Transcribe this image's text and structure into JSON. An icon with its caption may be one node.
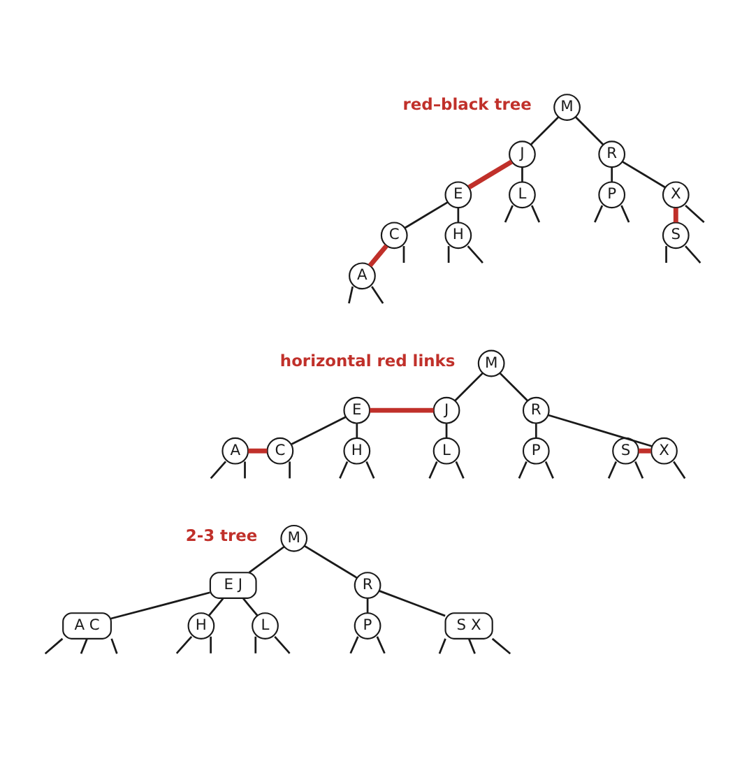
{
  "diagram": {
    "nodes": [
      {
        "text": [
          "M"
        ]
      },
      {
        "text": [
          "J"
        ]
      },
      {
        "text": [
          "R"
        ]
      },
      {
        "text": [
          "E"
        ]
      },
      {
        "text": [
          "L"
        ]
      },
      {
        "text": [
          "P"
        ]
      },
      {
        "text": [
          "X"
        ]
      },
      {
        "text": [
          "C"
        ]
      },
      {
        "text": [
          "H"
        ]
      },
      {
        "text": [
          "S"
        ]
      },
      {
        "text": [
          "A"
        ]
      },
      {
        "text": [
          "M"
        ]
      },
      {
        "text": [
          "E"
        ]
      },
      {
        "text": [
          "J"
        ]
      },
      {
        "text": [
          "R"
        ]
      },
      {
        "text": [
          "A"
        ]
      },
      {
        "text": [
          "C"
        ]
      },
      {
        "text": [
          "H"
        ]
      },
      {
        "text": [
          "L"
        ]
      },
      {
        "text": [
          "P"
        ]
      },
      {
        "text": [
          "S"
        ]
      },
      {
        "text": [
          "X"
        ]
      },
      {
        "text": [
          "M"
        ]
      },
      {
        "text": [
          "E J"
        ]
      },
      {
        "text": [
          "R"
        ]
      },
      {
        "text": [
          "A C"
        ]
      },
      {
        "text": [
          "H"
        ]
      },
      {
        "text": [
          "L"
        ]
      },
      {
        "text": [
          "P"
        ]
      },
      {
        "text": [
          "S X"
        ]
      }
    ],
    "edges": [
      {
        "from": 0,
        "to": 1,
        "arrow": "none"
      },
      {
        "from": 1,
        "to": 3,
        "arrow": "none",
        "style": "thick",
        "color": "#c0302a"
      },
      {
        "from": 3,
        "to": 7,
        "arrow": "none"
      },
      {
        "from": 7,
        "to": 10,
        "arrow": "none",
        "style": "thick",
        "color": "#c0302a"
      },
      {
        "from": 10,
        "to": null,
        "arrow": "none"
      },
      {
        "from": 10,
        "to": null,
        "arrow": "none"
      },
      {
        "from": 7,
        "to": null,
        "arrow": "none"
      },
      {
        "from": 3,
        "to": 8,
        "arrow": "none"
      },
      {
        "from": 8,
        "to": null,
        "arrow": "none"
      },
      {
        "from": 8,
        "to": null,
        "arrow": "none"
      },
      {
        "from": 1,
        "to": 4,
        "arrow": "none"
      },
      {
        "from": 4,
        "to": null,
        "arrow": "none"
      },
      {
        "from": 4,
        "to": null,
        "arrow": "none"
      },
      {
        "from": 0,
        "to": 2,
        "arrow": "none"
      },
      {
        "from": 2,
        "to": 5,
        "arrow": "none"
      },
      {
        "from": 5,
        "to": null,
        "arrow": "none"
      },
      {
        "from": 5,
        "to": null,
        "arrow": "none"
      },
      {
        "from": 2,
        "to": 6,
        "arrow": "none"
      },
      {
        "from": 6,
        "to": 9,
        "arrow": "none",
        "style": "thick",
        "color": "#c0302a"
      },
      {
        "from": 9,
        "to": null,
        "arrow": "none"
      },
      {
        "from": 9,
        "to": null,
        "arrow": "none"
      },
      {
        "from": 6,
        "to": null,
        "arrow": "none"
      },
      {
        "from": 11,
        "to": 13,
        "arrow": "none"
      },
      {
        "from": 12,
        "to": 13,
        "arrow": "none",
        "style": "thick",
        "color": "#c0302a"
      },
      {
        "from": 12,
        "to": 16,
        "arrow": "none"
      },
      {
        "from": 15,
        "to": 16,
        "arrow": "none",
        "style": "thick",
        "color": "#c0302a"
      },
      {
        "from": 15,
        "to": null,
        "arrow": "none"
      },
      {
        "from": 15,
        "to": null,
        "arrow": "none"
      },
      {
        "from": 16,
        "to": null,
        "arrow": "none"
      },
      {
        "from": 12,
        "to": 17,
        "arrow": "none"
      },
      {
        "from": 17,
        "to": null,
        "arrow": "none"
      },
      {
        "from": 17,
        "to": null,
        "arrow": "none"
      },
      {
        "from": 13,
        "to": 18,
        "arrow": "none"
      },
      {
        "from": 18,
        "to": null,
        "arrow": "none"
      },
      {
        "from": 18,
        "to": null,
        "arrow": "none"
      },
      {
        "from": 11,
        "to": 14,
        "arrow": "none"
      },
      {
        "from": 14,
        "to": 19,
        "arrow": "none"
      },
      {
        "from": 19,
        "to": null,
        "arrow": "none"
      },
      {
        "from": 19,
        "to": null,
        "arrow": "none"
      },
      {
        "from": 14,
        "to": 21,
        "arrow": "none"
      },
      {
        "from": 20,
        "to": 21,
        "arrow": "none",
        "style": "thick",
        "color": "#c0302a"
      },
      {
        "from": 20,
        "to": null,
        "arrow": "none"
      },
      {
        "from": 20,
        "to": null,
        "arrow": "none"
      },
      {
        "from": 21,
        "to": null,
        "arrow": "none"
      },
      {
        "from": 22,
        "to": 23,
        "arrow": "none"
      },
      {
        "from": 23,
        "to": 25,
        "arrow": "none"
      },
      {
        "from": 25,
        "to": null,
        "arrow": "none"
      },
      {
        "from": 25,
        "to": null,
        "arrow": "none"
      },
      {
        "from": 25,
        "to": null,
        "arrow": "none"
      },
      {
        "from": 23,
        "to": 26,
        "arrow": "none"
      },
      {
        "from": 26,
        "to": null,
        "arrow": "none"
      },
      {
        "from": 26,
        "to": null,
        "arrow": "none"
      },
      {
        "from": 23,
        "to": 27,
        "arrow": "none"
      },
      {
        "from": 27,
        "to": null,
        "arrow": "none"
      },
      {
        "from": 27,
        "to": null,
        "arrow": "none"
      },
      {
        "from": 22,
        "to": 24,
        "arrow": "none"
      },
      {
        "from": 24,
        "to": 28,
        "arrow": "none"
      },
      {
        "from": 28,
        "to": null,
        "arrow": "none"
      },
      {
        "from": 28,
        "to": null,
        "arrow": "none"
      },
      {
        "from": 24,
        "to": 29,
        "arrow": "none"
      },
      {
        "from": 29,
        "to": null,
        "arrow": "none"
      },
      {
        "from": 29,
        "to": null,
        "arrow": "none"
      },
      {
        "from": 29,
        "to": null,
        "arrow": "none"
      }
    ],
    "labels": [
      "red–black tree",
      "horizontal red links",
      "2-3 tree"
    ]
  }
}
